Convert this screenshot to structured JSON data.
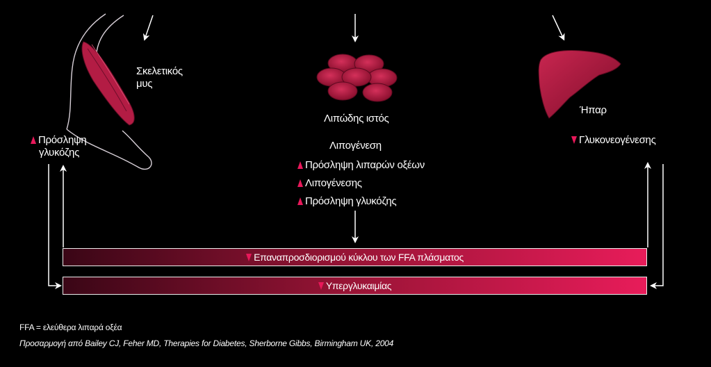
{
  "muscle": {
    "name_line1": "Σκελετικός",
    "name_line2": "μυς",
    "effect_line1": "Πρόσληψη",
    "effect_line2": "γλυκόζης"
  },
  "adipose": {
    "name": "Λιπώδης ιστός",
    "heading": "Λιπογένεση",
    "effects": [
      "Πρόσληψη λιπαρών οξέων",
      "Λιπογένεσης",
      "Πρόσληψη γλυκόζης"
    ]
  },
  "liver": {
    "name": "Ήπαρ",
    "effect": "Γλυκονεογένεσης"
  },
  "bars": {
    "ffa": "Επαναπροσδιορισμού κύκλου των FFA πλάσματος",
    "glycemia": "Υπεργλυκαιμίας"
  },
  "footnote": {
    "definition": "FFA = ελεύθερα λιπαρά οξέα",
    "source": "Προσαρμογή από Bailey CJ, Feher MD, Therapies for Diabetes, Sherborne Gibbs, Birmingham UK, 2004"
  },
  "colors": {
    "accent": "#e8185a",
    "organ": "#b01a40",
    "line": "#ffffff"
  }
}
